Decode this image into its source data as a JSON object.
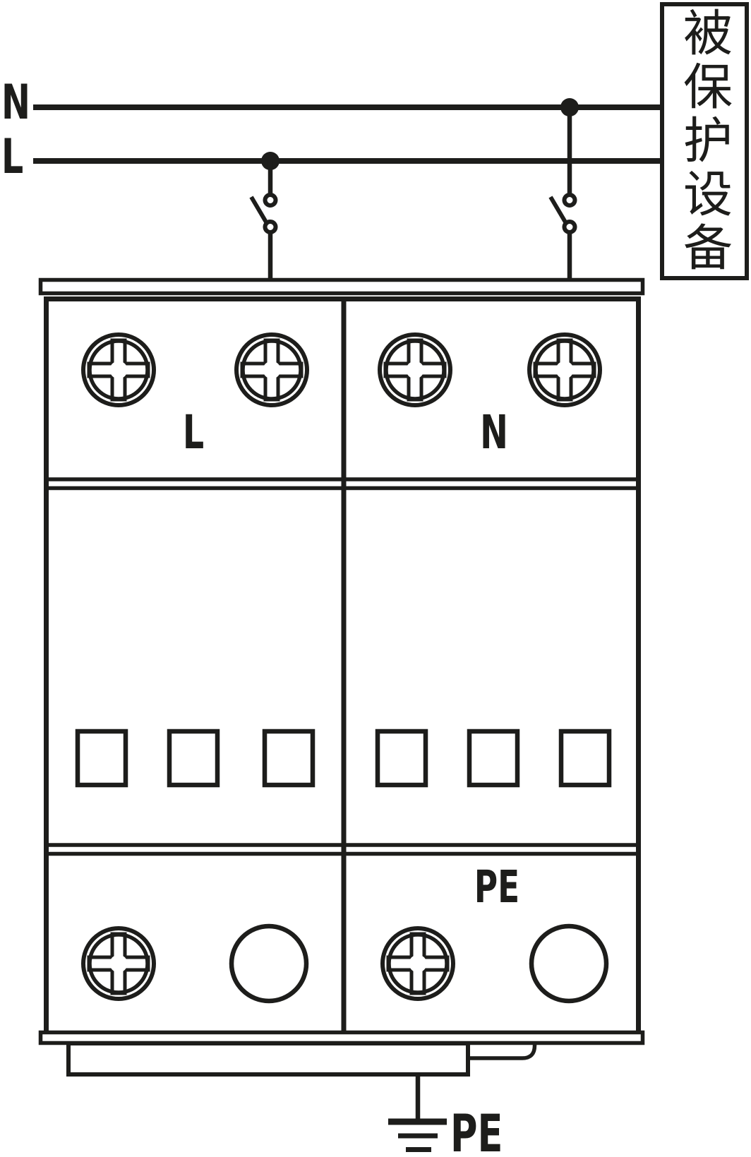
{
  "diagram_type": "surge-protector-wiring-diagram",
  "supply": {
    "n_label": "N",
    "l_label": "L"
  },
  "protected_box": {
    "text": "被保护设备"
  },
  "device": {
    "terminal_l": "L",
    "terminal_n": "N",
    "terminal_pe": "PE"
  },
  "ground": {
    "pe_label": "PE"
  },
  "icons": {
    "screw": "phillips-screw-icon",
    "switch": "disconnect-switch-icon",
    "junction": "junction-dot-icon",
    "vent": "vent-slot",
    "ground": "earth-ground-icon",
    "clip": "din-rail-clip"
  },
  "colors": {
    "ink": "#1d1d1b",
    "background": "#ffffff"
  }
}
